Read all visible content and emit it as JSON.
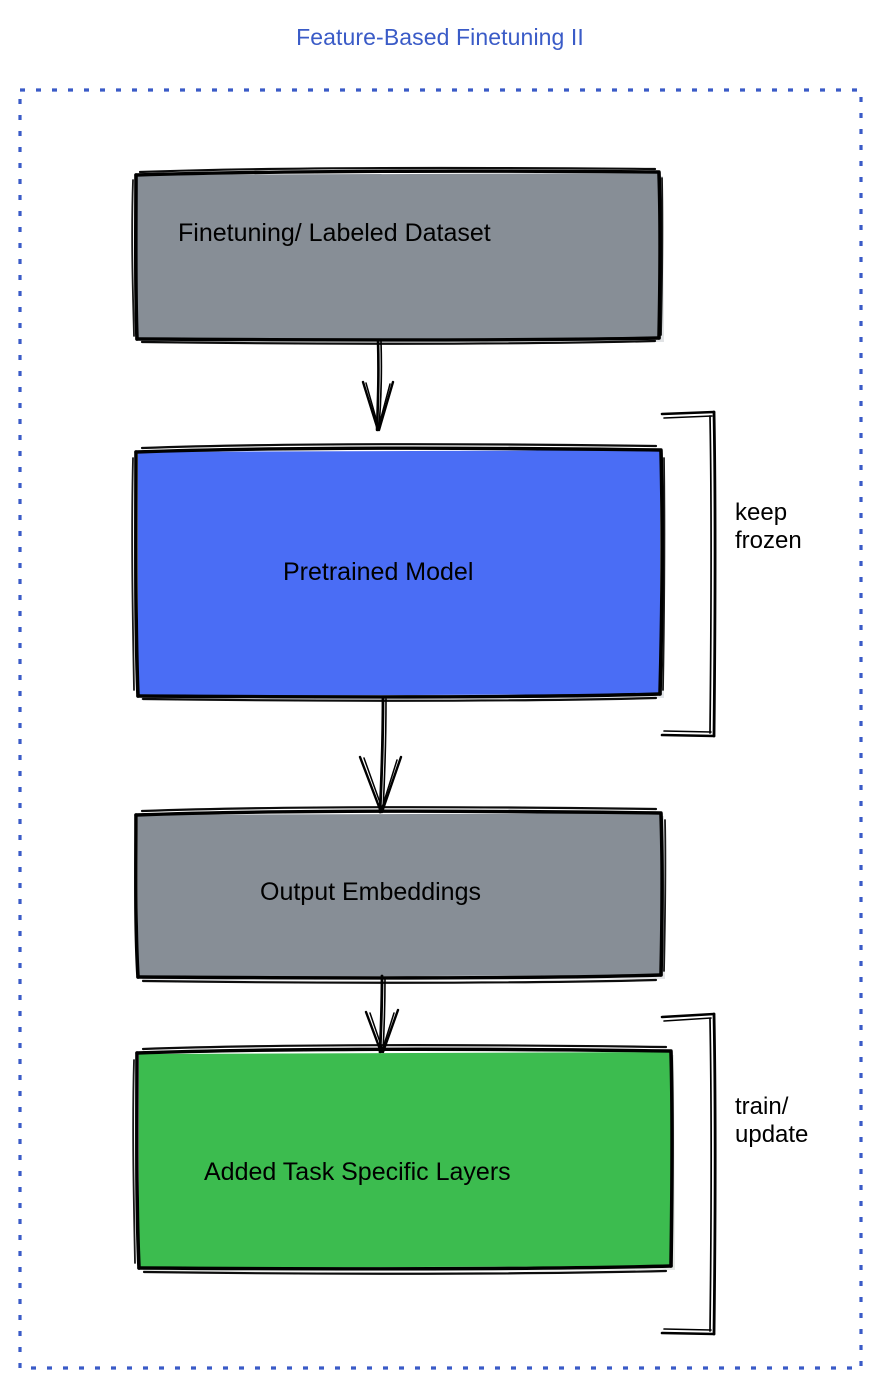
{
  "title": "Feature-Based Finetuning II",
  "colors": {
    "title": "#3a5bc7",
    "frame_border": "#3a5bc7",
    "gray_box": "#878e96",
    "blue_box": "#4a6df5",
    "green_box": "#3cbc4f",
    "stroke": "#000000",
    "background": "#ffffff"
  },
  "frame": {
    "style": "dashed",
    "name": "finetuning-pipeline-frame"
  },
  "nodes": [
    {
      "id": "dataset",
      "label": "Finetuning/ Labeled Dataset",
      "fill": "#878e96"
    },
    {
      "id": "pretrained-model",
      "label": "Pretrained Model",
      "fill": "#4a6df5"
    },
    {
      "id": "output-embeddings",
      "label": "Output Embeddings",
      "fill": "#878e96"
    },
    {
      "id": "task-layers",
      "label": "Added Task Specific Layers",
      "fill": "#3cbc4f"
    }
  ],
  "annotations": [
    {
      "id": "keep-frozen",
      "line1": "keep",
      "line2": "frozen",
      "targets": "pretrained-model"
    },
    {
      "id": "train-update",
      "line1": "train/",
      "line2": "update",
      "targets": "task-layers"
    }
  ],
  "edges": [
    {
      "from": "dataset",
      "to": "pretrained-model"
    },
    {
      "from": "pretrained-model",
      "to": "output-embeddings"
    },
    {
      "from": "output-embeddings",
      "to": "task-layers"
    }
  ]
}
